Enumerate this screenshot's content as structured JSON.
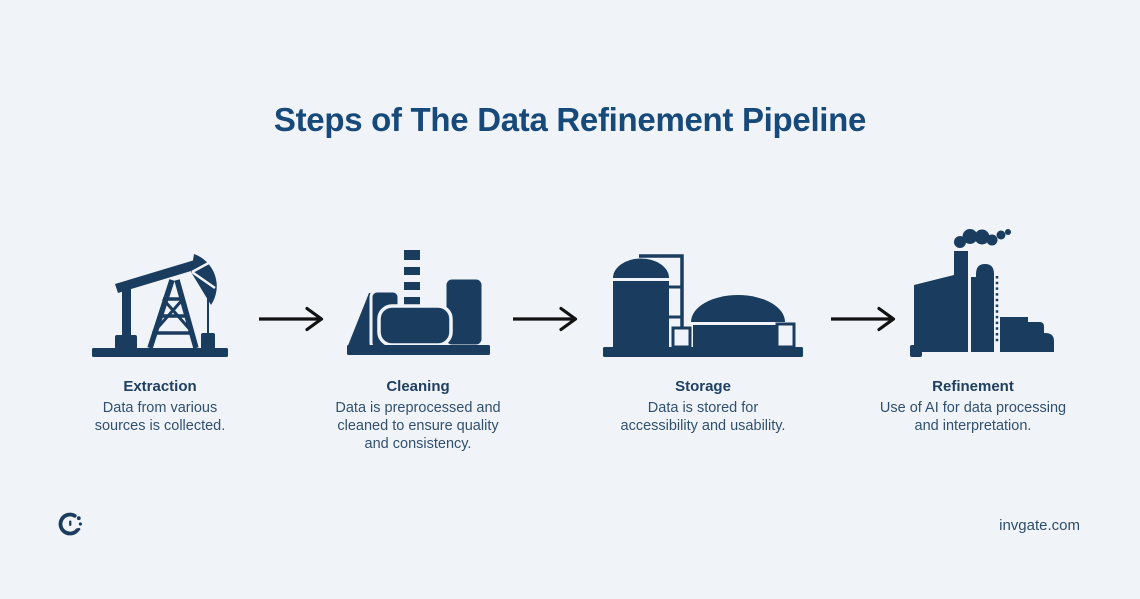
{
  "title": "Steps of The Data Refinement Pipeline",
  "steps": [
    {
      "title": "Extraction",
      "description": "Data from various sources is collected.",
      "icon": "oil-pumpjack-icon"
    },
    {
      "title": "Cleaning",
      "description": "Data is preprocessed and cleaned to ensure quality and consistency.",
      "icon": "refinery-plant-icon"
    },
    {
      "title": "Storage",
      "description": "Data is stored for accessibility and usability.",
      "icon": "storage-tanks-icon"
    },
    {
      "title": "Refinement",
      "description": "Use of AI for data processing and interpretation.",
      "icon": "factory-smoke-icon"
    }
  ],
  "arrows": {
    "count": 3,
    "glyph": "right-arrow-icon"
  },
  "footer": {
    "website": "invgate.com",
    "logo": "invgate-logo-icon"
  },
  "colors": {
    "background": "#f0f4f8",
    "title": "#17497a",
    "heading": "#1f3f63",
    "body_text": "#31506f",
    "icon": "#1a3c5f",
    "arrow": "#121212"
  }
}
